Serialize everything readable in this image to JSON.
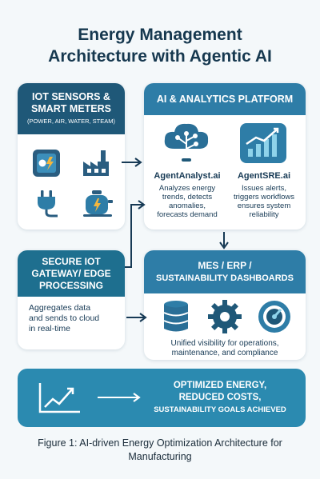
{
  "title": {
    "line1": "Energy Management",
    "line2": "Architecture with Agentic AI"
  },
  "iot": {
    "title_line1": "IOT SENSORS &",
    "title_line2": "SMART METERS",
    "subtitle": "(POWER, AIR, WATER, STEAM)",
    "icons": [
      "power-meter-icon",
      "factory-icon",
      "plug-icon",
      "compressor-icon"
    ]
  },
  "platform": {
    "title": "AI & ANALYTICS PLATFORM",
    "agents": [
      {
        "name": "AgentAnalyst.ai",
        "desc_lines": [
          "Analyzes energy",
          "trends, detects",
          "anomalies,",
          "forecasts demand"
        ],
        "icon": "ai-tree-icon"
      },
      {
        "name": "AgentSRE.ai",
        "desc_lines": [
          "Issues alerts,",
          "triggers workflows",
          "ensures system",
          "reliability"
        ],
        "icon": "chart-icon"
      }
    ]
  },
  "gateway": {
    "title_line1": "SECURE IOT",
    "title_line2": "GATEWAY/ EDGE",
    "title_line3": "PROCESSING",
    "desc_lines": [
      "Aggregates data",
      "and sends to cloud",
      "in real-time"
    ]
  },
  "mes": {
    "title_line1": "MES / ERP /",
    "title_line2": "SUSTAINABILITY DASHBOARDS",
    "desc_lines": [
      "Unified visibility for operations,",
      "maintenance, and compliance"
    ],
    "icons": [
      "database-icon",
      "gear-icon",
      "gauge-icon"
    ]
  },
  "outcome": {
    "lines": [
      "OPTIMIZED ENERGY,",
      "REDUCED COSTS,",
      "SUSTAINABILITY GOALS ACHIEVED"
    ],
    "icon": "growth-chart-icon"
  },
  "caption": {
    "line1": "Figure 1: AI-driven Energy Optimization Architecture for",
    "line2": "Manufacturing"
  },
  "colors": {
    "dark_blue": "#1f5878",
    "mid_blue": "#2e7da7",
    "teal": "#2b8ab0",
    "accent": "#3a8fb8"
  }
}
